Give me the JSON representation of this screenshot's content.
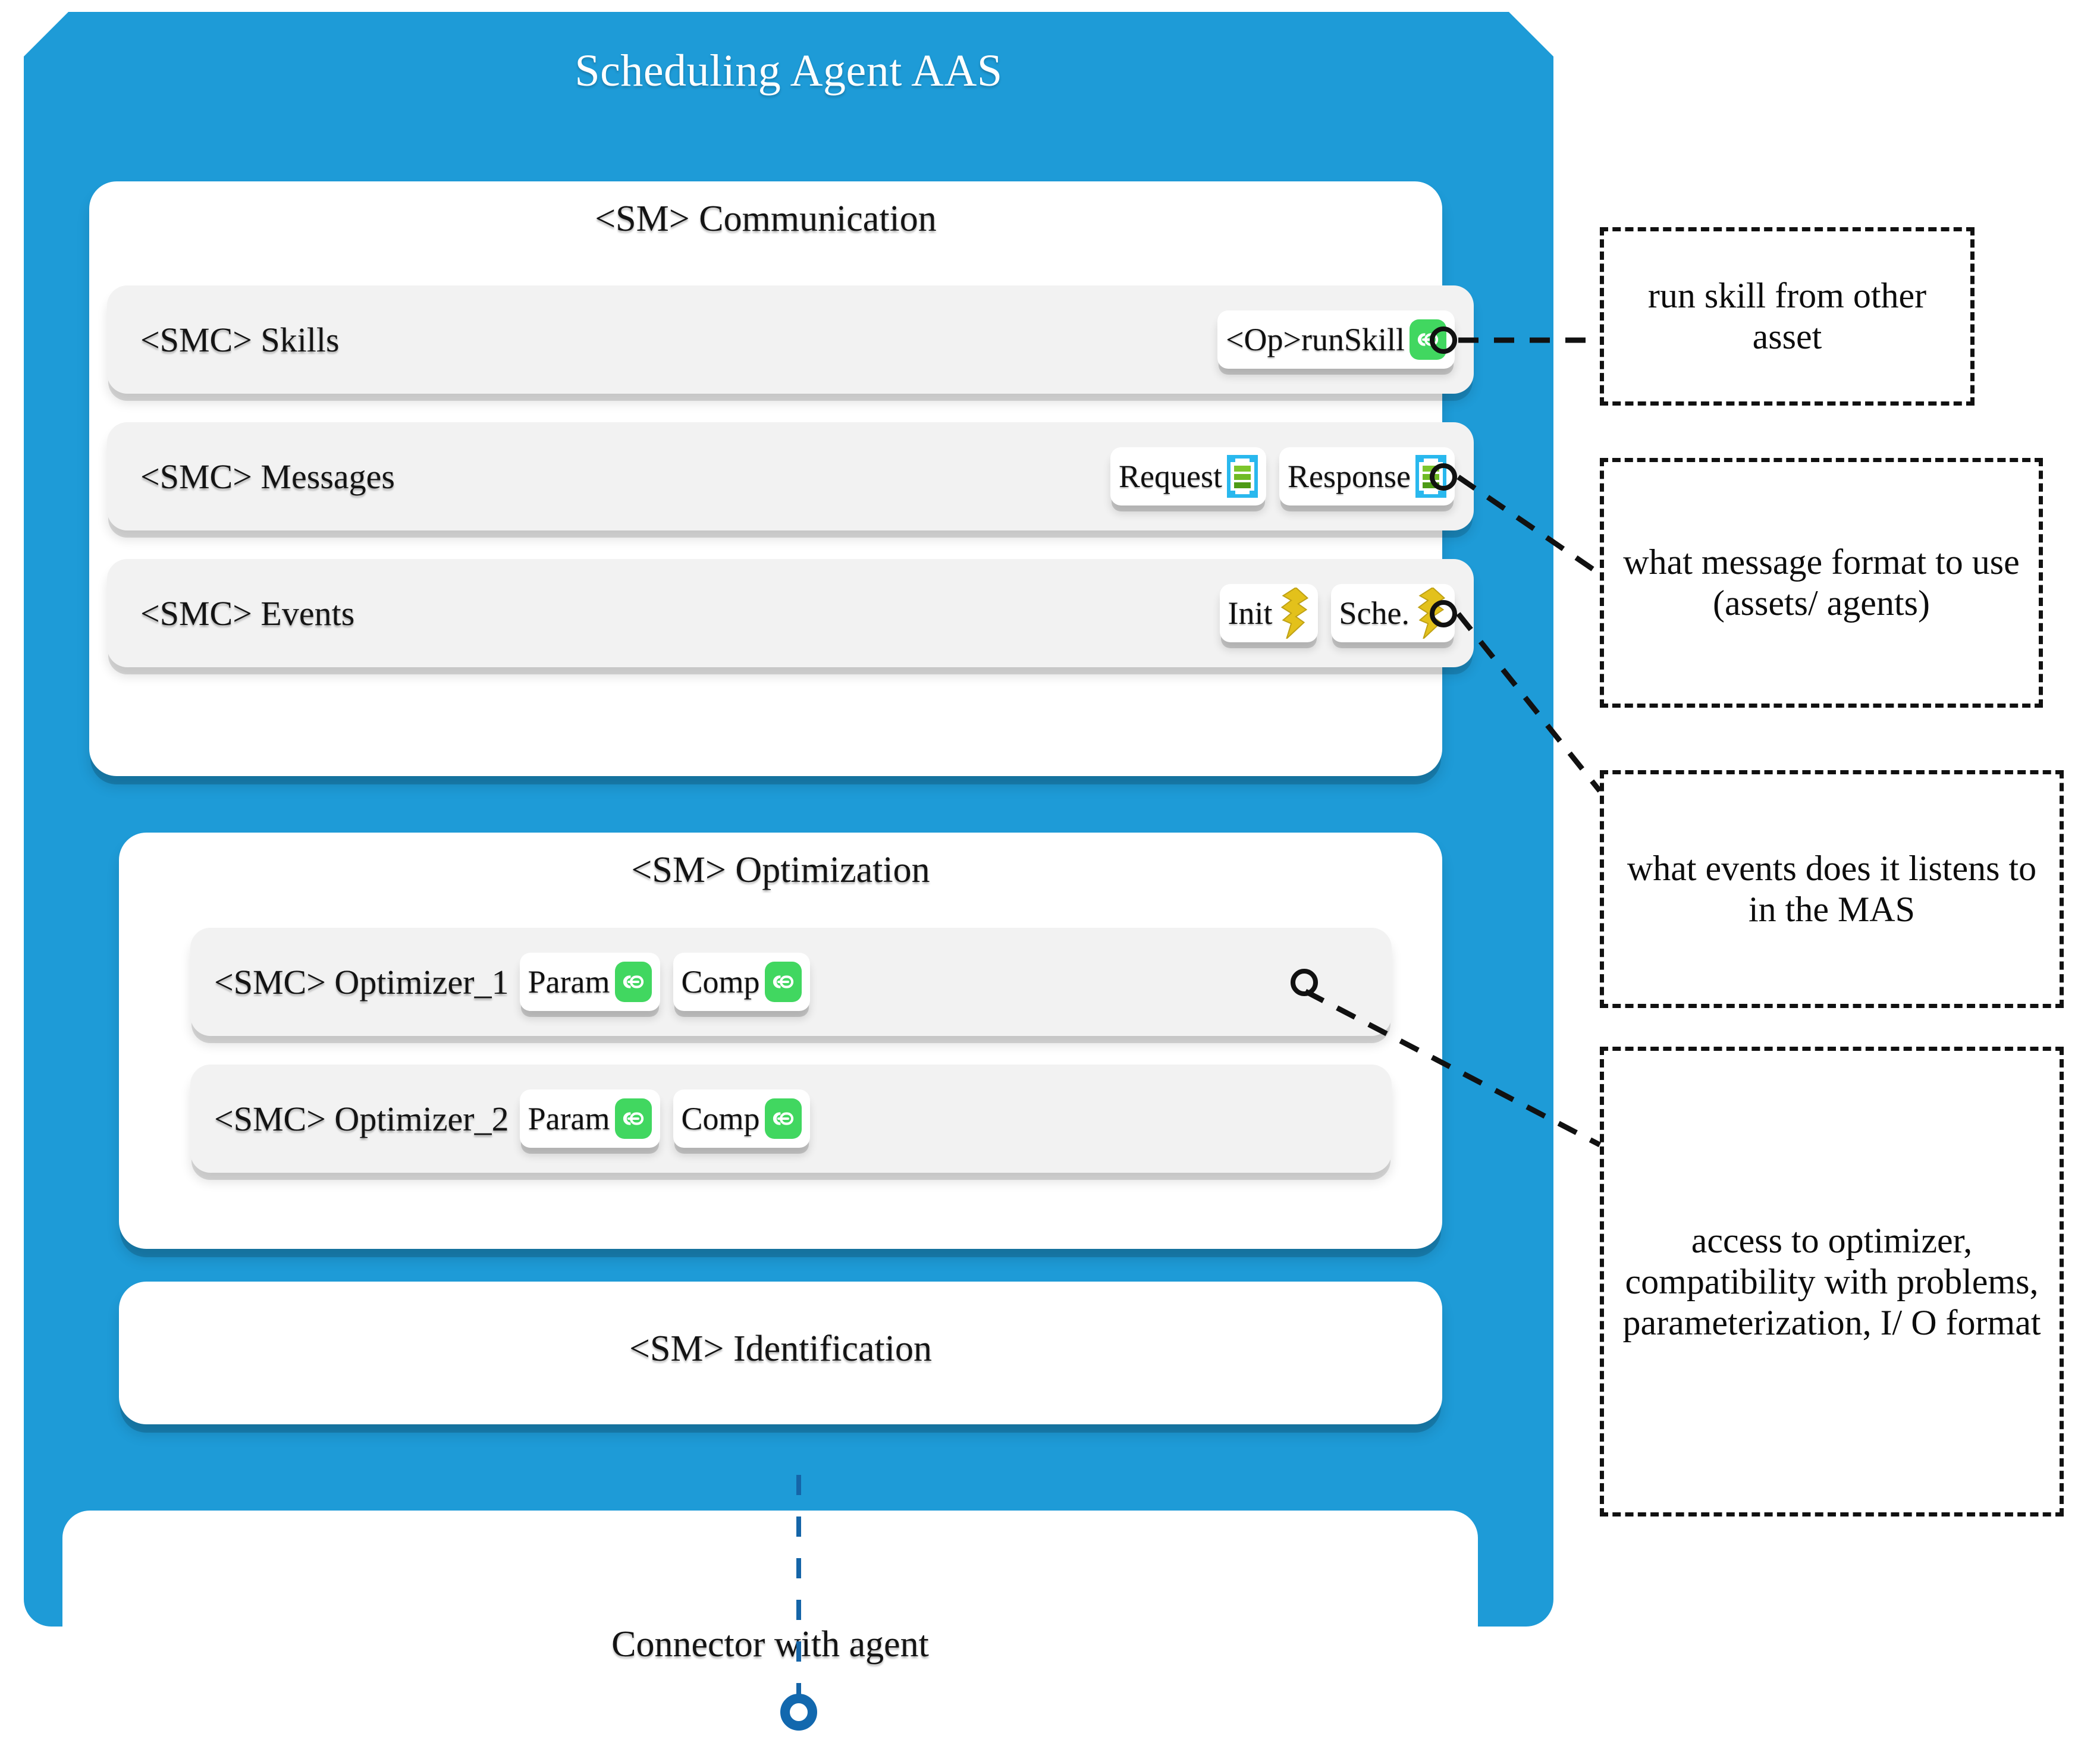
{
  "aas": {
    "title": "Scheduling Agent AAS",
    "brand_color": "#1E9BD7",
    "accent_green": "#41D760",
    "accent_cyan": "#29B8EE",
    "accent_yellow": "#E3C11B",
    "connector_blue": "#1268AE"
  },
  "submodels": [
    {
      "title": "<SM> Communication",
      "elements": [
        {
          "label": "<SMC> Skills",
          "chips": [
            {
              "label": "<Op>runSkill",
              "icon": "skill-link-icon"
            }
          ],
          "anchor": true
        },
        {
          "label": "<SMC> Messages",
          "chips": [
            {
              "label": "Request",
              "icon": "message-document-icon"
            },
            {
              "label": "Response",
              "icon": "message-document-icon"
            }
          ],
          "anchor": true
        },
        {
          "label": "<SMC> Events",
          "chips": [
            {
              "label": "Init",
              "icon": "event-bolt-icon"
            },
            {
              "label": "Sche.",
              "icon": "event-bolt-icon"
            }
          ],
          "anchor": true
        }
      ]
    },
    {
      "title": "<SM> Optimization",
      "elements": [
        {
          "label": "<SMC> Optimizer_1",
          "chips": [
            {
              "label": "Param",
              "icon": "skill-link-icon"
            },
            {
              "label": "Comp",
              "icon": "skill-link-icon"
            }
          ],
          "anchor": true
        },
        {
          "label": "<SMC> Optimizer_2",
          "chips": [
            {
              "label": "Param",
              "icon": "skill-link-icon"
            },
            {
              "label": "Comp",
              "icon": "skill-link-icon"
            }
          ],
          "anchor": false
        }
      ]
    },
    {
      "title": "<SM> Identification",
      "elements": []
    }
  ],
  "connector": {
    "label": "Connector with agent"
  },
  "notes": [
    {
      "text": "run skill from other asset"
    },
    {
      "text": "what message format to use (assets/ agents)"
    },
    {
      "text": "what events does it listens to in the MAS"
    },
    {
      "text": "access to optimizer, compatibility with problems, parameterization, I/ O format"
    }
  ]
}
